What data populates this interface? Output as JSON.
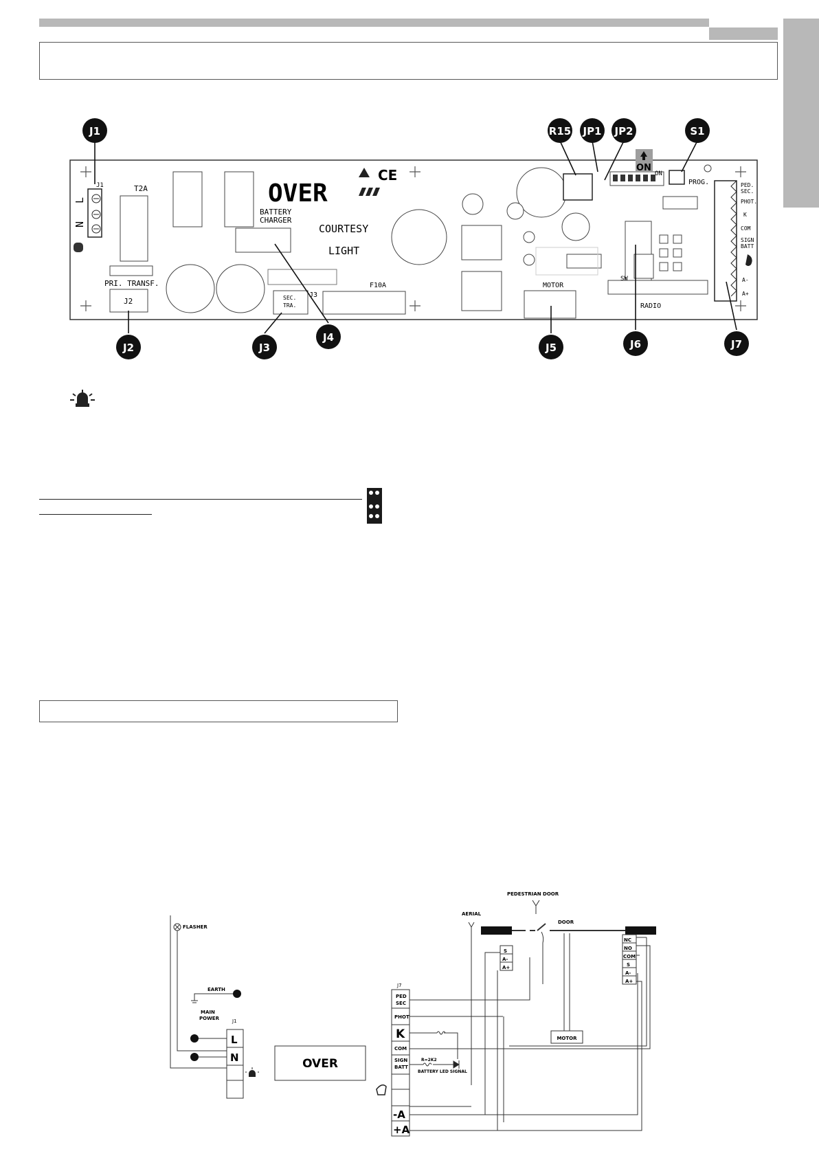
{
  "board": {
    "callouts": [
      {
        "id": "J1",
        "label": "J1"
      },
      {
        "id": "R15",
        "label": "R15"
      },
      {
        "id": "JP1",
        "label": "JP1"
      },
      {
        "id": "JP2",
        "label": "JP2"
      },
      {
        "id": "S1",
        "label": "S1"
      },
      {
        "id": "J2",
        "label": "J2"
      },
      {
        "id": "J3",
        "label": "J3"
      },
      {
        "id": "J4",
        "label": "J4"
      },
      {
        "id": "J5",
        "label": "J5"
      },
      {
        "id": "J6",
        "label": "J6"
      },
      {
        "id": "J7",
        "label": "J7"
      }
    ],
    "silkscreen": {
      "model": "OVER",
      "battery_charger": [
        "BATTERY",
        "CHARGER"
      ],
      "courtesy_light": [
        "COURTESY",
        "LIGHT"
      ],
      "t2a": "T2A",
      "j1_pin_l": "L",
      "j1_pin_n": "N",
      "j1_mark": "J1",
      "pri_transf": "PRI. TRANSF.",
      "j2_mark": "J2",
      "sec_transf": [
        "SEC.",
        "TRA."
      ],
      "j3_mark": "J3",
      "f10a": "F10A",
      "motor": "MOTOR",
      "radio": "RADIO",
      "sw": "SW",
      "on": "ON",
      "on_small": "ON",
      "prog": "PROG.",
      "ce": "CE",
      "j7_labels": [
        "PED.",
        "SEC.",
        "PHOT.",
        "K",
        "COM",
        "SIGN",
        "BATT",
        "A-",
        "A+"
      ]
    }
  },
  "wiring": {
    "flasher": "FLASHER",
    "earth": "EARTH",
    "main_power": [
      "MAIN",
      "POWER"
    ],
    "j1": "J1",
    "j1_pins": [
      "L",
      "N"
    ],
    "over": "OVER",
    "aerial": "AERIAL",
    "pedestrian_door": "PEDESTRIAN DOOR",
    "door": "DOOR",
    "motor": "MOTOR",
    "j7": "J7",
    "j7_terminals": [
      "PED",
      "SEC",
      "PHOT",
      "K",
      "COM",
      "SIGN",
      "BATT",
      "-A",
      "+A"
    ],
    "resistor": "R=2K2",
    "battery_led": "BATTERY LED SIGNAL",
    "left_photo": [
      "S",
      "A-",
      "A+"
    ],
    "right_photo": [
      "NC",
      "NO",
      "COM",
      "S",
      "A-",
      "A+"
    ]
  }
}
